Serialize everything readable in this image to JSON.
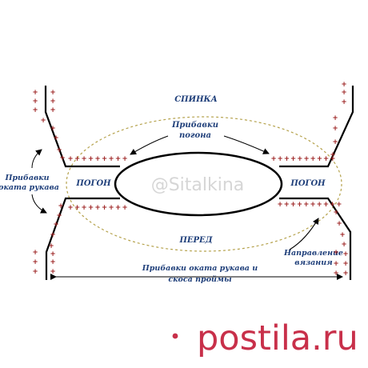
{
  "diagram": {
    "top_label": "СПИНКА",
    "bottom_label": "ПЕРЕД",
    "strap_label": "ПОГОН",
    "strap_increases_lines": [
      "Прибавки",
      "погона"
    ],
    "sleeve_increases_lines": [
      "Прибавки",
      "оката рукава"
    ],
    "direction_lines": [
      "Направление",
      "вязания"
    ],
    "bottom_note_lines": [
      "Прибавки оката рукава и",
      "скоса проймы"
    ],
    "plus_sign": "+",
    "colors": {
      "lines": "#000000",
      "text": "#1f3f7a",
      "plus": "#9a1b1b",
      "ellipse_dash": "#b5a24c"
    }
  },
  "watermark": "@Sitalkina",
  "footer_brand": "postila.ru"
}
